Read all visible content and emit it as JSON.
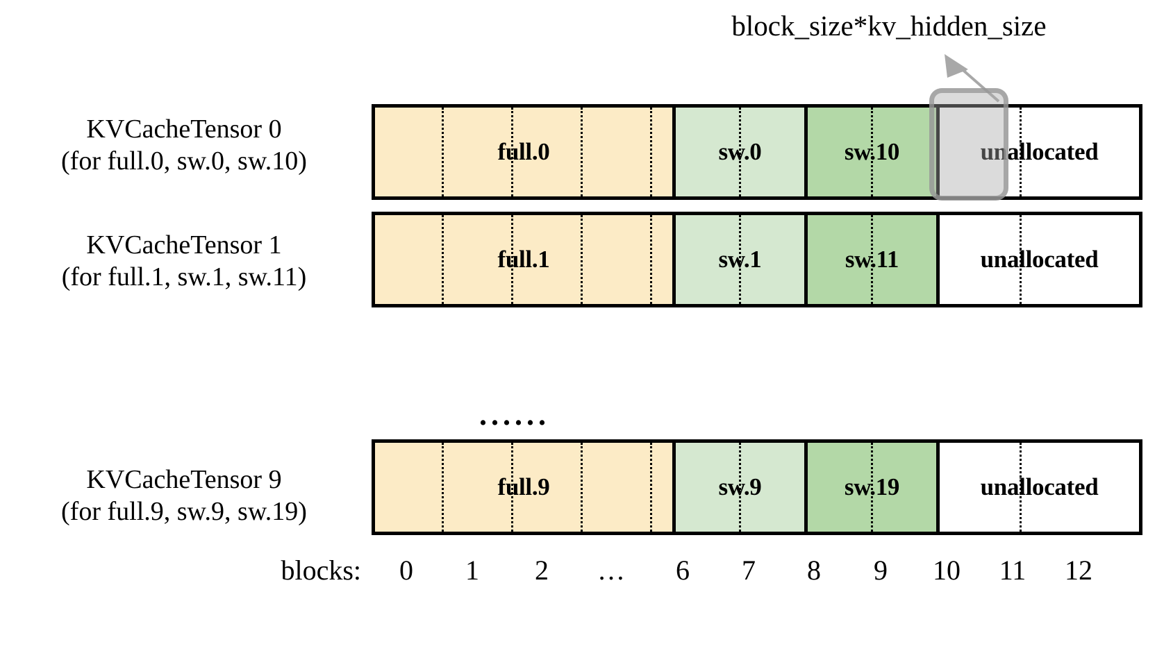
{
  "diagram": {
    "title_annotation": "block_size*kv_hidden_size",
    "colors": {
      "full_fill": "#FCEBC6",
      "sw_light_fill": "#D5E8D0",
      "sw_dark_fill": "#B3D8A7",
      "unallocated_fill": "#FFFFFF",
      "border": "#000000",
      "highlight": "#AAAAAA"
    },
    "ellipsis": "......",
    "rows": [
      {
        "label_line1": "KVCacheTensor 0",
        "label_line2": "(for full.0, sw.0, sw.10)",
        "segments": [
          {
            "name": "full",
            "label": "full.0",
            "blocks": 7
          },
          {
            "name": "sw-light",
            "label": "sw.0",
            "blocks": 2
          },
          {
            "name": "sw-dark",
            "label": "sw.10",
            "blocks": 2
          },
          {
            "name": "unallocated",
            "label": "unallocated",
            "blocks": 2
          }
        ],
        "highlighted_block": 11
      },
      {
        "label_line1": "KVCacheTensor 1",
        "label_line2": "(for full.1, sw.1, sw.11)",
        "segments": [
          {
            "name": "full",
            "label": "full.1",
            "blocks": 7
          },
          {
            "name": "sw-light",
            "label": "sw.1",
            "blocks": 2
          },
          {
            "name": "sw-dark",
            "label": "sw.11",
            "blocks": 2
          },
          {
            "name": "unallocated",
            "label": "unallocated",
            "blocks": 2
          }
        ],
        "highlighted_block": null
      },
      {
        "label_line1": "KVCacheTensor 9",
        "label_line2": "(for full.9, sw.9, sw.19)",
        "segments": [
          {
            "name": "full",
            "label": "full.9",
            "blocks": 7
          },
          {
            "name": "sw-light",
            "label": "sw.9",
            "blocks": 2
          },
          {
            "name": "sw-dark",
            "label": "sw.19",
            "blocks": 2
          },
          {
            "name": "unallocated",
            "label": "unallocated",
            "blocks": 2
          }
        ],
        "highlighted_block": null
      }
    ],
    "axis": {
      "title": "blocks:",
      "ticks": [
        "0",
        "1",
        "2",
        "…",
        "6",
        "7",
        "8",
        "9",
        "10",
        "11",
        "12"
      ]
    }
  }
}
